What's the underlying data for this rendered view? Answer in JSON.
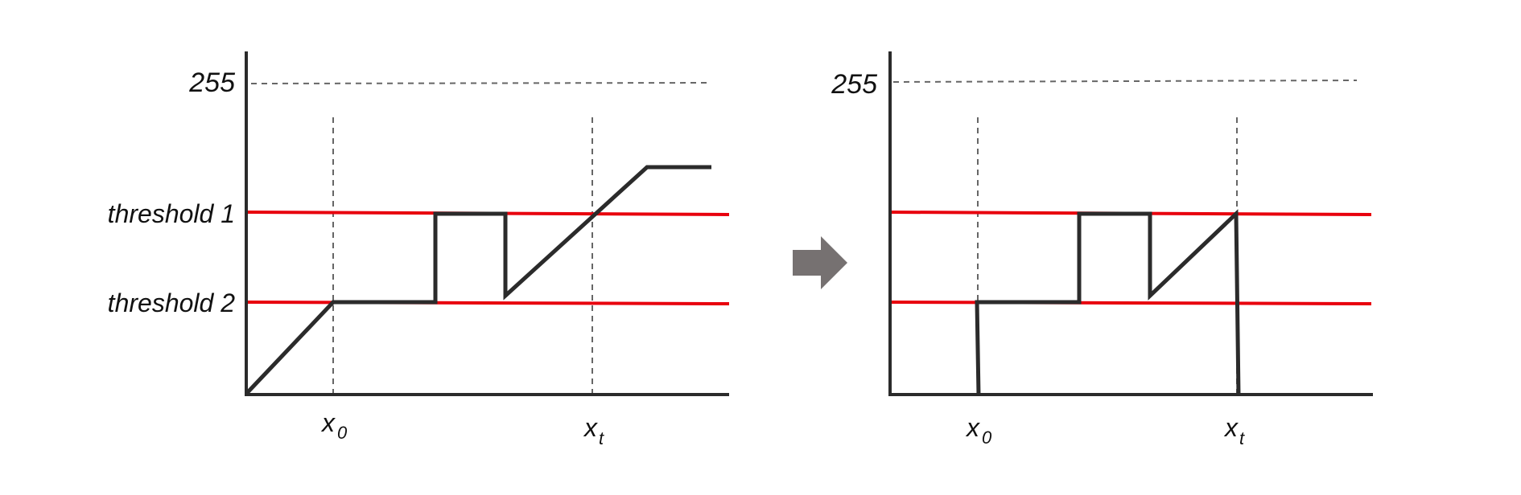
{
  "colors": {
    "axis": "#2b2b2b",
    "signal": "#2b2b2b",
    "threshold": "#e8000d",
    "guide": "#666666",
    "arrow": "#767171"
  },
  "left_panel": {
    "y_max_label": "255",
    "threshold_1_label": "threshold 1",
    "threshold_2_label": "threshold 2",
    "x0_main": "x",
    "x0_sub": "0",
    "xt_main": "x",
    "xt_sub": "t"
  },
  "right_panel": {
    "y_max_label": "255",
    "x0_main": "x",
    "x0_sub": "0",
    "xt_main": "x",
    "xt_sub": "t"
  },
  "arrow_icon": "right-arrow-icon"
}
